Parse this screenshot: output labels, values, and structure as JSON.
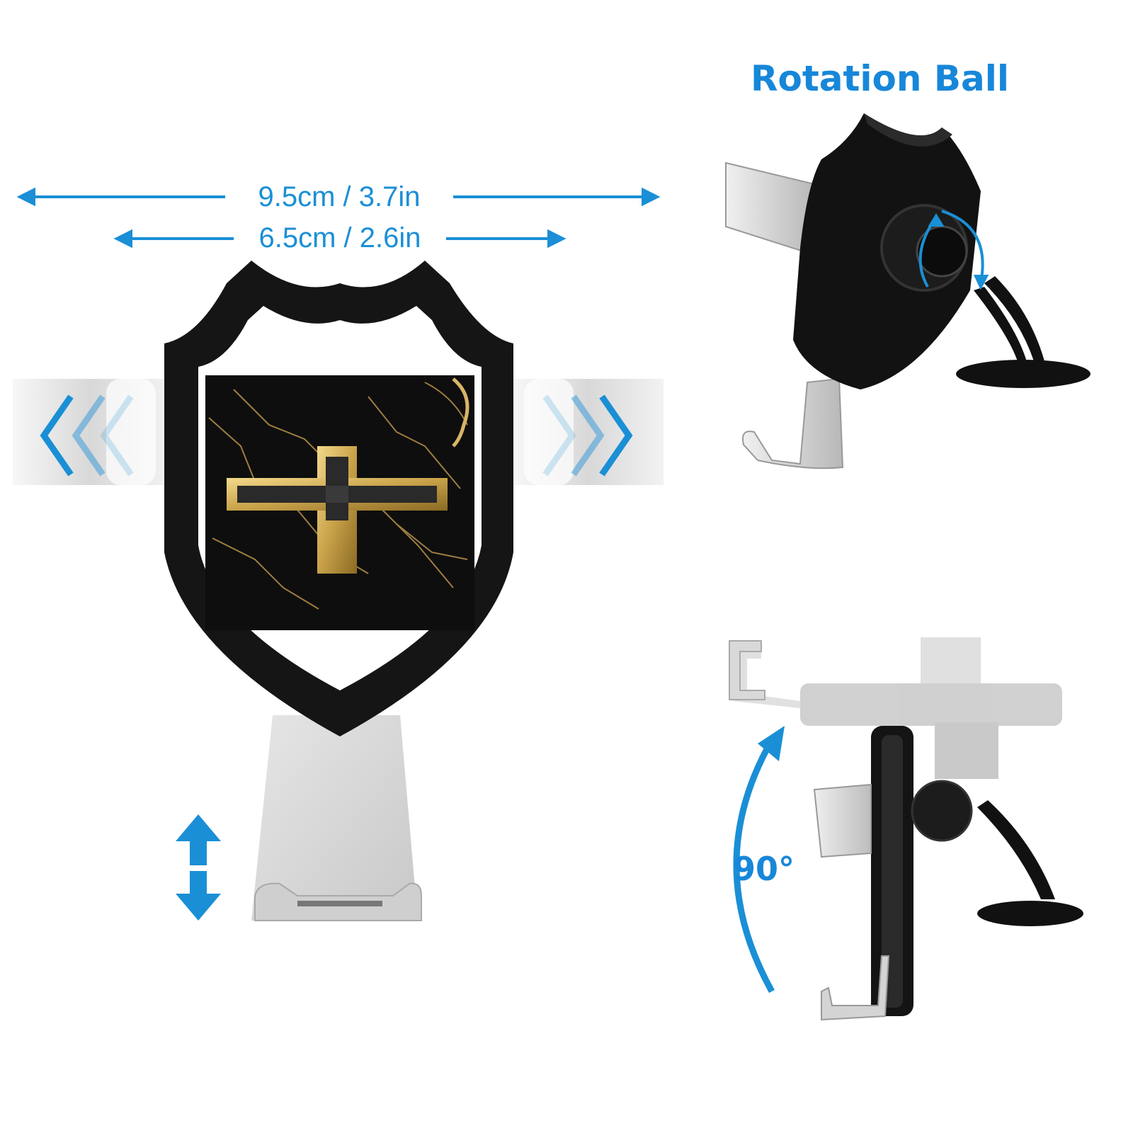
{
  "dimensions": {
    "outer_width": "9.5cm / 3.7in",
    "inner_width": "6.5cm / 2.6in"
  },
  "panels": {
    "rotation_ball": {
      "heading": "Rotation Ball"
    },
    "tilt": {
      "angle_label": "90°"
    }
  },
  "colors": {
    "accent": "#1787d9",
    "holder_black": "#111111",
    "silver": "#d9d9d9",
    "gold": "#c9a24a"
  },
  "icons": [
    "double-arrow-horizontal",
    "double-arrow-vertical",
    "rotate-arrow",
    "curved-arrow-90",
    "left-chevron",
    "right-chevron"
  ]
}
